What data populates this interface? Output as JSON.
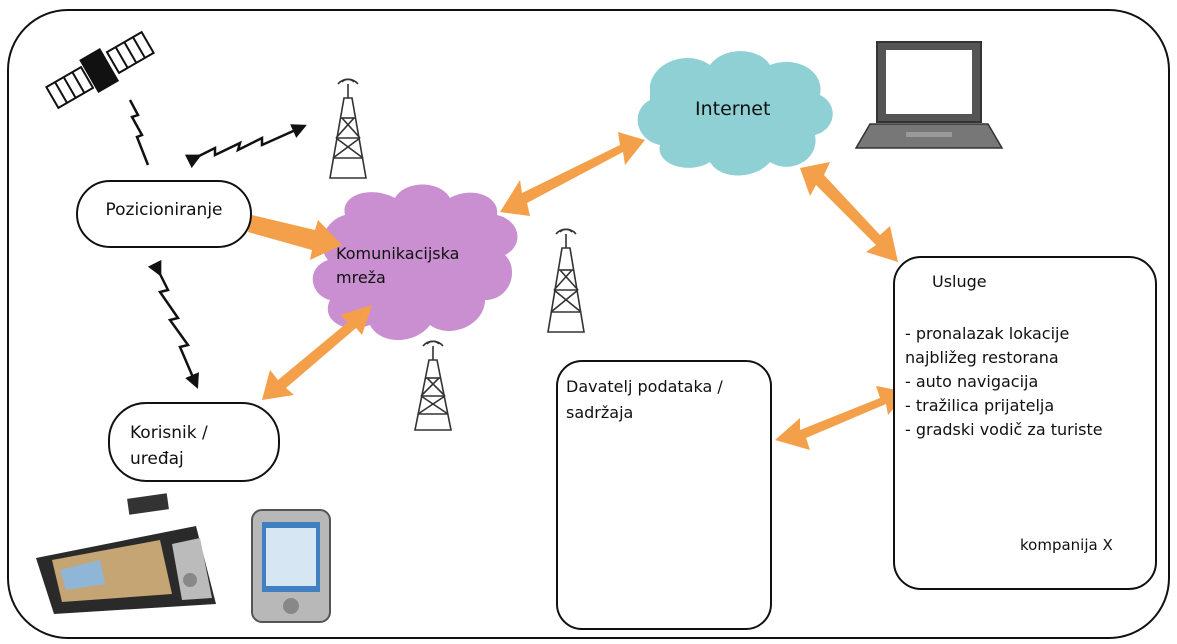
{
  "nodes": {
    "positioning": {
      "label": "Pozicioniranje"
    },
    "user": {
      "line1": "Korisnik /",
      "line2": "uređaj"
    },
    "network": {
      "line1": "Komunikacijska",
      "line2": "mreža"
    },
    "internet": {
      "label": "Internet"
    },
    "provider": {
      "line1": "Davatelj podataka /",
      "line2": "sadržaja"
    },
    "services": {
      "title": "Usluge",
      "items": [
        "- pronalazak lokacije",
        "najbližeg restorana",
        "- auto navigacija",
        "- tražilica prijatelja",
        "- gradski vodič za turiste"
      ],
      "company": "kompanija X"
    }
  },
  "colors": {
    "arrow": "#f4a04a",
    "network_cloud": "#c98fd0",
    "internet_cloud": "#8fd0d4",
    "database": "#f2c400",
    "plane_badge": "#2f8bc0",
    "outline": "#111111"
  },
  "icons": [
    "satellite-icon",
    "radio-tower-icon",
    "laptop-icon",
    "database-icon",
    "airplane-icon",
    "books-icon",
    "documents-icon",
    "gps-navigator-icon",
    "pda-icon",
    "lightning-signal-icon"
  ]
}
